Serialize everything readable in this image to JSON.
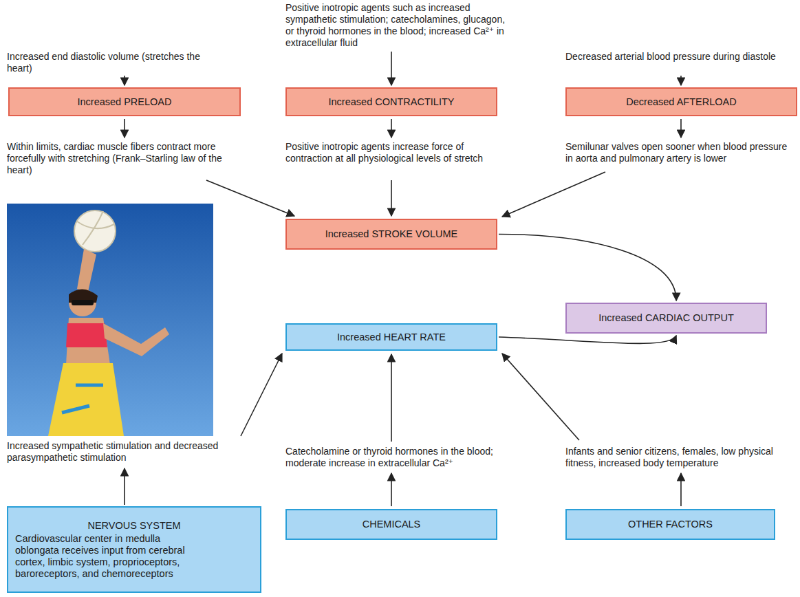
{
  "diagram": {
    "nodes": [
      {
        "text": [
          "Increased PRELOAD"
        ]
      },
      {
        "text": [
          "Increased CONTRACTILITY"
        ]
      },
      {
        "text": [
          "Decreased AFTERLOAD"
        ]
      },
      {
        "text": [
          "Increased STROKE VOLUME"
        ]
      },
      {
        "text": [
          "Increased CARDIAC OUTPUT"
        ]
      },
      {
        "text": [
          "Increased HEART RATE"
        ]
      },
      {
        "text": [
          "NERVOUS SYSTEM",
          "Cardiovascular center in medulla oblongata receives input from cerebral cortex, limbic system, proprioceptors, baroreceptors, and chemoreceptors"
        ]
      },
      {
        "text": [
          "CHEMICALS"
        ]
      },
      {
        "text": [
          "OTHER FACTORS"
        ]
      }
    ],
    "edges": [
      {
        "from": 3,
        "to": 4,
        "arrow": "to"
      },
      {
        "from": 5,
        "to": 4,
        "arrow": "to"
      }
    ],
    "labels": [
      "Increased end diastolic volume (stretches the heart)",
      "Positive inotropic agents such as increased sympathetic stimulation; catecholamines, glucagon, or thyroid hormones in the blood; increased Ca²⁺ in extracellular fluid",
      "Decreased arterial blood pressure during diastole",
      "Within limits, cardiac muscle fibers contract more forcefully with stretching (Frank–Starling law of the heart)",
      "Positive inotropic agents increase force of contraction at all physiological levels of stretch",
      "Semilunar valves open sooner when blood pressure in aorta and pulmonary artery is lower",
      "Increased sympathetic stimulation and decreased parasympathetic stimulation",
      "Catecholamine or thyroid hormones in the blood; moderate increase in extracellular Ca²⁺",
      "Infants and senior citizens, females, low physical fitness, increased body temperature"
    ]
  }
}
